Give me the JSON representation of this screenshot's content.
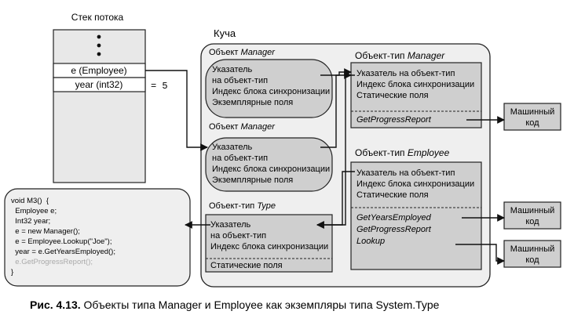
{
  "stack": {
    "title": "Стек потока",
    "dots": "•\n•\n•",
    "var_e": "e (Employee)",
    "var_year": "year (int32)",
    "year_value": "= 5"
  },
  "heap": {
    "title": "Куча"
  },
  "manager_obj_1": {
    "title_prefix": "Объект",
    "title_type": "Manager",
    "lines": [
      "Указатель",
      "на объект-тип",
      "Индекс блока синхронизации",
      "Экземплярные поля"
    ]
  },
  "manager_obj_2": {
    "title_prefix": "Объект",
    "title_type": "Manager",
    "lines": [
      "Указатель",
      "на объект-тип",
      "Индекс блока синхронизации",
      "Экземплярные поля"
    ]
  },
  "type_obj": {
    "title_prefix": "Объект-тип",
    "title_type": "Type",
    "lines": [
      "Указатель",
      "на объект-тип",
      "Индекс блока синхронизации"
    ],
    "static_fields": "Статические поля"
  },
  "manager_type": {
    "title_prefix": "Объект-тип",
    "title_type": "Manager",
    "lines": [
      "Указатель на объект-тип",
      "Индекс блока синхронизации",
      "Статические поля"
    ],
    "methods": [
      "GetProgressReport"
    ]
  },
  "employee_type": {
    "title_prefix": "Объект-тип",
    "title_type": "Employee",
    "lines": [
      "Указатель на объект-тип",
      "Индекс блока синхронизации",
      "Статические поля"
    ],
    "methods": [
      "GetYearsEmployed",
      "GetProgressReport",
      "Lookup"
    ]
  },
  "native_code": [
    "Машинный",
    "код"
  ],
  "code": {
    "lines": [
      "void M3()  {",
      "  Employee e;",
      "  Int32 year;",
      "  e = new Manager();",
      "  e = Employee.Lookup(\"Joe\");",
      "  year = e.GetYearsEmployed();",
      "  e.GetProgressReport();",
      "}"
    ],
    "highlight_line": 6,
    "highlight_color": "#aaaaaa"
  },
  "caption": {
    "label": "Рис. 4.13.",
    "text": " Объекты типа Manager и Employee как экземпляры типа System.Type"
  },
  "colors": {
    "heap_fill": "#efefef",
    "box_fill": "#cfcfcf",
    "stack_fill": "#e8e8e8",
    "stroke": "#222222"
  }
}
